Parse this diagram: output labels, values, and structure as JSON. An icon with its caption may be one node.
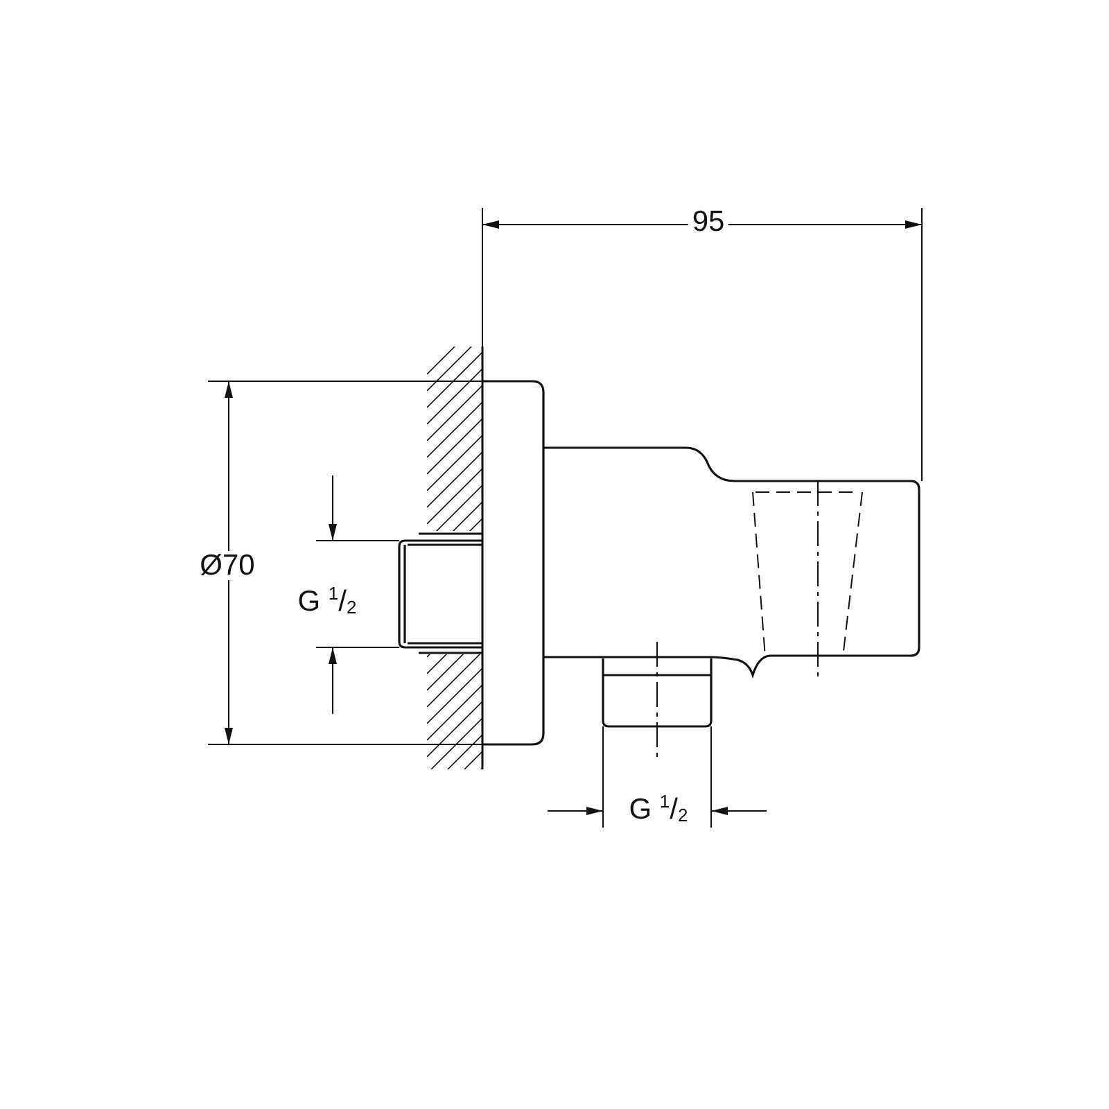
{
  "diagram": {
    "labels": [
      "95",
      "Ø70",
      "G $^{1}$/$_{2}$",
      "G $^{1}$/$_{2}$"
    ]
  }
}
